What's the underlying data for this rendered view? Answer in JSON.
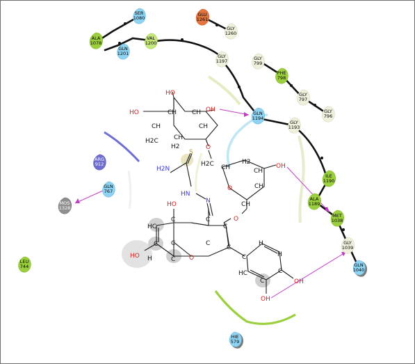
{
  "colors": {
    "hydrophobic": "#9ccf3d",
    "polar": "#8fd3f2",
    "glycine": "#f0f1dd",
    "negative": "#e2763e",
    "positive": "#6f6fd0",
    "metal": "#8f8f8f",
    "hbond": "#c23cc6",
    "backbone": "#111111"
  },
  "residues": [
    {
      "id": "ser1080",
      "line1": "SER",
      "line2": "1080",
      "type": "polar"
    },
    {
      "id": "ala1078",
      "line1": "ALA",
      "line2": "1078",
      "type": "hydrophobic"
    },
    {
      "id": "gln1201",
      "line1": "GLN",
      "line2": "1201",
      "type": "polar"
    },
    {
      "id": "val1200",
      "line1": "VAL",
      "line2": "1200",
      "type": "hydrophobic"
    },
    {
      "id": "glu1261",
      "line1": "GLU",
      "line2": "1261",
      "type": "negative"
    },
    {
      "id": "gly1260",
      "line1": "GLY",
      "line2": "1260",
      "type": "glycine"
    },
    {
      "id": "gly1197",
      "line1": "GLY",
      "line2": "1197",
      "type": "glycine"
    },
    {
      "id": "gly799",
      "line1": "GLY",
      "line2": "799",
      "type": "glycine"
    },
    {
      "id": "phe798",
      "line1": "PHE",
      "line2": "798",
      "type": "hydrophobic"
    },
    {
      "id": "gly797",
      "line1": "GLY",
      "line2": "797",
      "type": "glycine"
    },
    {
      "id": "gly796",
      "line1": "GLY",
      "line2": "796",
      "type": "glycine"
    },
    {
      "id": "gln1194",
      "line1": "GLN",
      "line2": "1194",
      "type": "polar"
    },
    {
      "id": "gly1193",
      "line1": "GLY",
      "line2": "1193",
      "type": "glycine"
    },
    {
      "id": "arg912",
      "line1": "ARG",
      "line2": "912",
      "type": "positive"
    },
    {
      "id": "gln767",
      "line1": "GLN",
      "line2": "767",
      "type": "polar"
    },
    {
      "id": "mos1328",
      "line1": "MOS",
      "line2": "1328",
      "type": "metal"
    },
    {
      "id": "ile1190",
      "line1": "ILE",
      "line2": "1190",
      "type": "hydrophobic"
    },
    {
      "id": "ala1189",
      "line1": "ALA",
      "line2": "1189",
      "type": "hydrophobic"
    },
    {
      "id": "met1038",
      "line1": "MET",
      "line2": "1038",
      "type": "hydrophobic"
    },
    {
      "id": "gly1039",
      "line1": "GLY",
      "line2": "1039",
      "type": "glycine"
    },
    {
      "id": "gln1040",
      "line1": "GLN",
      "line2": "1040",
      "type": "polar"
    },
    {
      "id": "leu744",
      "line1": "LEU",
      "line2": "744",
      "type": "hydrophobic"
    },
    {
      "id": "hie579",
      "line1": "HIE",
      "line2": "579",
      "type": "polar"
    }
  ],
  "atoms": {
    "ho": "HO",
    "oh": "OH",
    "ch": "CH",
    "h2c": "H2C",
    "h2": "H2",
    "h": "H",
    "o": "O",
    "c": "C",
    "n": "N",
    "hn": "HN",
    "h2n": "H2N",
    "hc": "HC",
    "s": "S"
  }
}
